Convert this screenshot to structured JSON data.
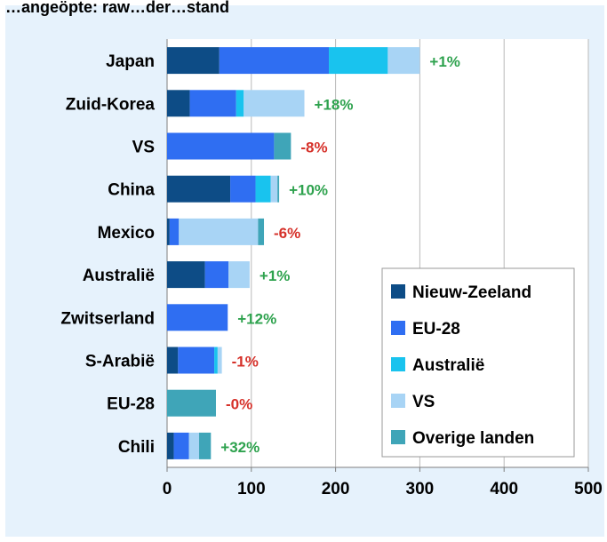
{
  "chart_data": {
    "type": "bar",
    "orientation": "horizontal",
    "stacked": true,
    "title": "…angeöpte: raw…der…stand",
    "categories": [
      "Japan",
      "Zuid-Korea",
      "VS",
      "China",
      "Mexico",
      "Australië",
      "Zwitserland",
      "S-Arabië",
      "EU-28",
      "Chili"
    ],
    "series": [
      {
        "name": "Nieuw-Zeeland",
        "color": "#0d4c86",
        "values": [
          62,
          27,
          0,
          75,
          3,
          45,
          0,
          13,
          0,
          8
        ]
      },
      {
        "name": "EU-28",
        "color": "#2f6ef2",
        "values": [
          130,
          55,
          127,
          30,
          11,
          28,
          72,
          43,
          0,
          18
        ]
      },
      {
        "name": "Australië",
        "color": "#19c3ee",
        "values": [
          70,
          9,
          0,
          18,
          0,
          0,
          0,
          4,
          0,
          0
        ]
      },
      {
        "name": "VS",
        "color": "#a8d4f5",
        "values": [
          38,
          72,
          0,
          8,
          94,
          25,
          0,
          5,
          0,
          12
        ]
      },
      {
        "name": "Overige landen",
        "color": "#3fa5b8",
        "values": [
          0,
          0,
          20,
          2,
          7,
          0,
          0,
          0,
          58,
          14
        ]
      }
    ],
    "changes": [
      "+1%",
      "+18%",
      "-8%",
      "+10%",
      "-6%",
      "+1%",
      "+12%",
      "-1%",
      "-0%",
      "+32%"
    ],
    "change_colors": {
      "positive": "#2ea24e",
      "negative": "#d6312a"
    },
    "xlim": [
      0,
      500
    ],
    "xticks": [
      "0",
      "100",
      "200",
      "300",
      "400",
      "500"
    ],
    "grid": true,
    "legend_position": "bottom-right",
    "background": "#e6f2fc"
  }
}
